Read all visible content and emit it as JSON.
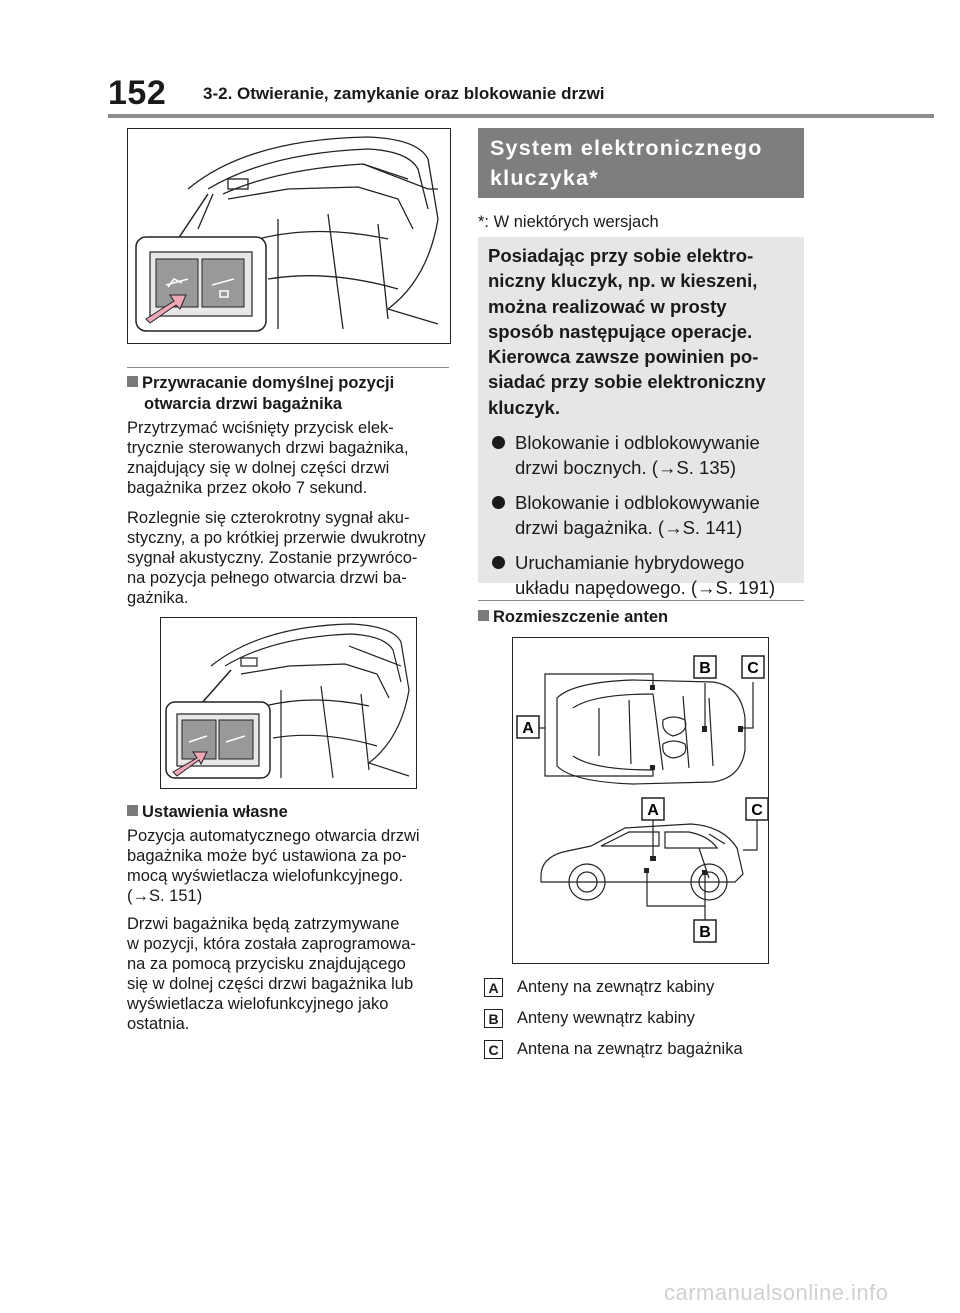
{
  "header": {
    "page_number": "152",
    "title": "3-2. Otwieranie, zamykanie oraz blokowanie drzwi"
  },
  "left": {
    "section1": {
      "title_line1": "Przywracanie domyślnej pozycji",
      "title_line2": "otwarcia drzwi bagażnika",
      "para1": [
        "Przytrzymać wciśnięty przycisk elek-",
        "trycznie sterowanych drzwi bagażnika,",
        "znajdujący się w dolnej części drzwi",
        "bagażnika przez około 7 sekund."
      ],
      "para2": [
        "Rozlegnie się czterokrotny sygnał aku-",
        "styczny, a po krótkiej przerwie dwukrotny",
        "sygnał akustyczny. Zostanie przywróco-",
        "na pozycja pełnego otwarcia drzwi ba-",
        "gażnika."
      ]
    },
    "section2": {
      "title": "Ustawienia własne",
      "para1": [
        "Pozycja automatycznego otwarcia drzwi",
        "bagażnika może być ustawiona za po-",
        "mocą wyświetlacza wielofunkcyjnego.",
        "(→S. 151)"
      ],
      "para2": [
        "Drzwi bagażnika będą zatrzymywane",
        "w pozycji, która została zaprogramowa-",
        "na za pomocą przycisku znajdującego",
        "się w dolnej części drzwi bagażnika lub",
        "wyświetlacza wielofunkcyjnego jako",
        "ostatnia."
      ]
    }
  },
  "right": {
    "banner_line1": "System elektronicznego",
    "banner_line2": "kluczyka*",
    "footnote": "*: W niektórych wersjach",
    "infobox": {
      "intro": [
        "Posiadając przy sobie elektro-",
        "niczny kluczyk, np. w kieszeni,",
        "można realizować w prosty",
        "sposób następujące operacje.",
        "Kierowca zawsze powinien po-",
        "siadać przy sobie elektroniczny",
        "kluczyk."
      ],
      "bullets": [
        {
          "line1": "Blokowanie i odblokowywanie",
          "line2": "drzwi bocznych. (→S. 135)"
        },
        {
          "line1": "Blokowanie i odblokowywanie",
          "line2": "drzwi bagażnika. (→S. 141)"
        },
        {
          "line1": "Uruchamianie hybrydowego",
          "line2": "układu napędowego. (→S. 191)"
        }
      ]
    },
    "section3": {
      "title": "Rozmieszczenie anten"
    },
    "diagram_labels": {
      "a": "A",
      "b": "B",
      "c": "C"
    },
    "legend": [
      {
        "key": "A",
        "text": "Anteny na zewnątrz kabiny"
      },
      {
        "key": "B",
        "text": "Anteny wewnątrz kabiny"
      },
      {
        "key": "C",
        "text": "Antena na zewnątrz bagażnika"
      }
    ]
  },
  "watermark": "carmanualsonline.info"
}
